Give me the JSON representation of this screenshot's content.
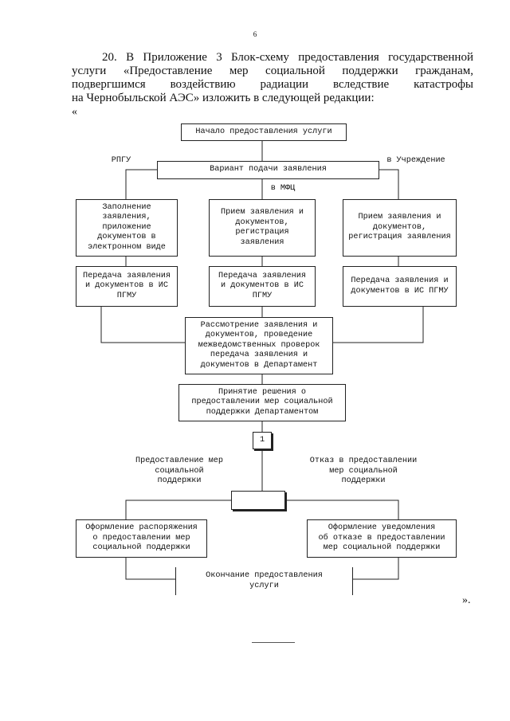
{
  "page_number": "6",
  "paragraph": {
    "lines": [
      "20. В Приложение 3 Блок-схему предоставления государственной",
      "услуги «Предоставление мер социальной поддержки гражданам,",
      "подвергшимся воздействию радиации вследствие катастрофы",
      "на Чернобыльской АЭС» изложить в следующей редакции:"
    ]
  },
  "quote_open": "«",
  "quote_close": "».",
  "flowchart": {
    "start": "Начало предоставления услуги",
    "variant": "Вариант подачи заявления",
    "label_rpgu": "РПГУ",
    "label_institution": "в Учреждение",
    "label_mfc": "в МФЦ",
    "fill_online": "Заполнение\nзаявления,\nприложение\nдокументов в\nэлектронном виде",
    "receive_mfc": "Прием заявления и\nдокументов,\nрегистрация\nзаявления",
    "receive_institution": "Прием заявления и\nдокументов,\nрегистрация заявления",
    "transfer_left": "Передача заявления\nи документов в ИС\nПГМУ",
    "transfer_middle": "Передача заявления\nи документов в ИС\nПГМУ",
    "transfer_right": "Передача заявления и\nдокументов в ИС ПГМУ",
    "review": "Рассмотрение заявления и\nдокументов, проведение\nмежведомственных проверок\nпередача заявления и\nдокументов в Департамент",
    "decision": "Принятие решения о\nпредоставлении мер социальной\nподдержки Департаментом",
    "node_number": "1",
    "label_grant": "Предоставление мер\nсоциальной\nподдержки",
    "label_refuse": "Отказ в предоставлении\nмер социальной\nподдержки",
    "order_grant": "Оформление распоряжения\nо предоставлении мер\nсоциальной поддержки",
    "notice_refuse": "Оформление уведомления\nоб отказе в предоставлении\nмер социальной поддержки",
    "end": "Окончание предоставления\nуслуги"
  }
}
